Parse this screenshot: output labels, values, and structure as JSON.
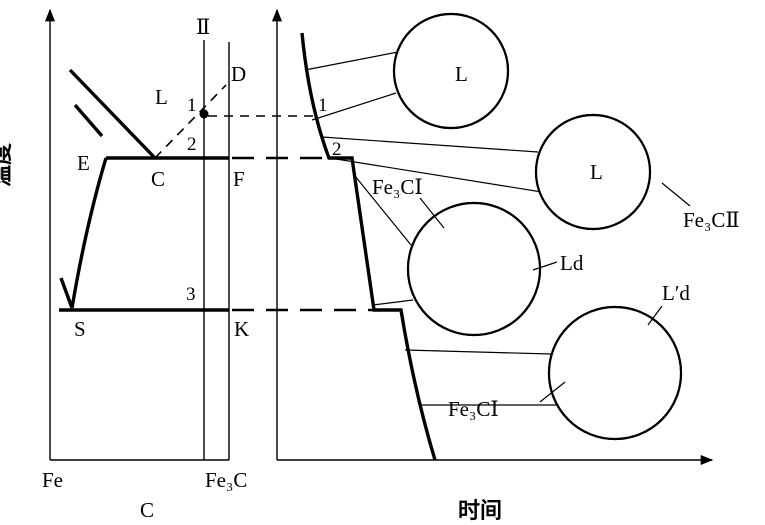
{
  "phase_diagram": {
    "y_axis_label": "温度",
    "x_axis_label": "C",
    "x_axis_left": "Fe",
    "x_axis_right": "Fe₃C",
    "alloy_line": "Ⅱ",
    "liquid_region": "L",
    "points": {
      "D": "D",
      "E": "E",
      "C": "C",
      "F": "F",
      "S": "S",
      "K": "K",
      "p1": "1",
      "p2": "2",
      "p3": "3"
    }
  },
  "cooling_curve": {
    "x_axis_label": "时间",
    "points": {
      "p1": "1",
      "p2": "2"
    }
  },
  "microstructures": {
    "liquid": {
      "label": "L"
    },
    "primary_cementite": {
      "label": "L",
      "leader": "Fe₃CⅡ"
    },
    "ledeburite": {
      "cementite": "Fe₃CⅠ",
      "ledeburite": "Ld"
    },
    "transformed_ledeburite": {
      "ledeburite": "L′d",
      "cementite": "Fe₃CⅠ"
    }
  }
}
